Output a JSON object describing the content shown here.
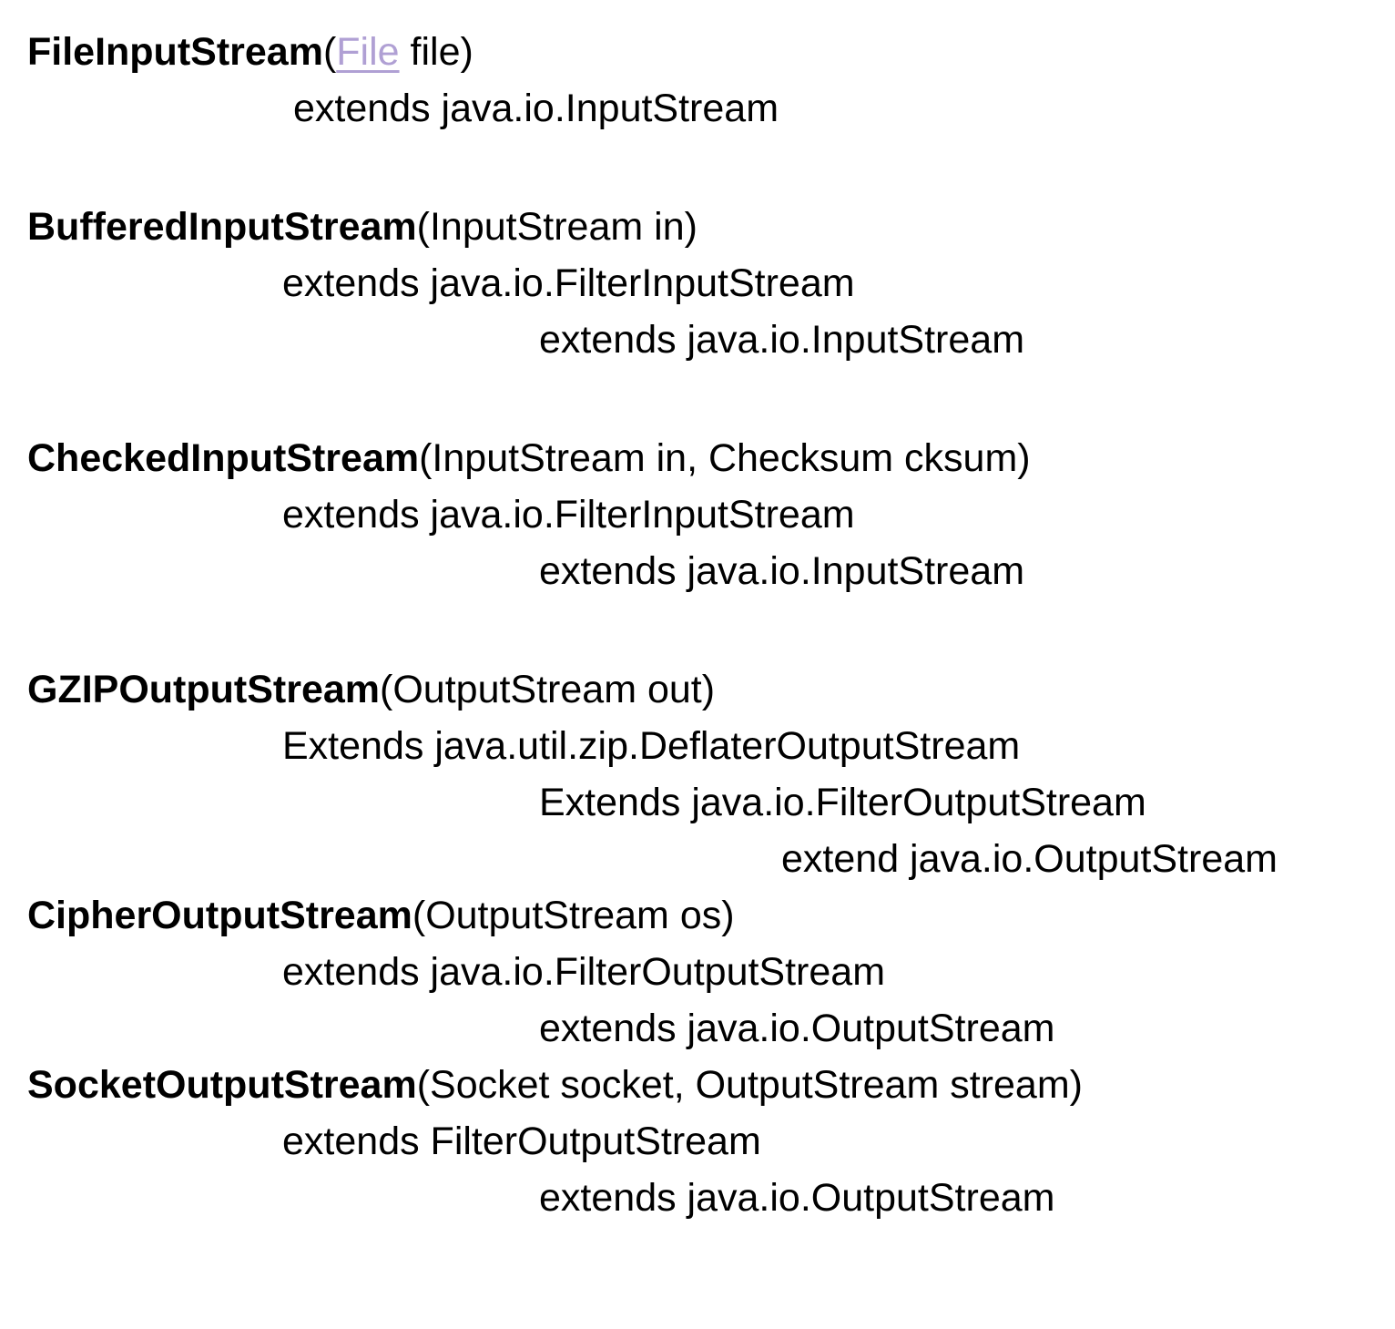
{
  "page": {
    "background_color": "#ffffff",
    "text_color": "#000000",
    "link_color": "#b0a0d4"
  },
  "blocks": [
    {
      "name": "FileInputStream",
      "params_open": "(",
      "link_text": "File",
      "params_rest": " file)",
      "lines": [
        {
          "text": "extends java.io.InputStream",
          "indent": 1
        }
      ]
    },
    {
      "name": "BufferedInputStream",
      "params": "(InputStream in)",
      "lines": [
        {
          "text": "extends java.io.FilterInputStream",
          "indent": 1
        },
        {
          "text": "extends java.io.InputStream",
          "indent": 2
        }
      ]
    },
    {
      "name": "CheckedInputStream",
      "params": "(InputStream in, Checksum cksum)",
      "lines": [
        {
          "text": "extends java.io.FilterInputStream",
          "indent": 1
        },
        {
          "text": "extends java.io.InputStream",
          "indent": 2
        }
      ]
    },
    {
      "name": "GZIPOutputStream",
      "params": "(OutputStream out)",
      "lines": [
        {
          "text": "Extends java.util.zip.DeflaterOutputStream",
          "indent": 1
        },
        {
          "text": "Extends java.io.FilterOutputStream",
          "indent": 2
        },
        {
          "text": "extend java.io.OutputStream",
          "indent": 3
        }
      ]
    },
    {
      "name": "CipherOutputStream",
      "params": "(OutputStream os)",
      "lines": [
        {
          "text": "extends java.io.FilterOutputStream",
          "indent": 1
        },
        {
          "text": "extends java.io.OutputStream",
          "indent": 2
        }
      ]
    },
    {
      "name": "SocketOutputStream",
      "params": "(Socket socket, OutputStream stream)",
      "lines": [
        {
          "text": "extends FilterOutputStream",
          "indent": 1
        },
        {
          "text": "extends java.io.OutputStream",
          "indent": 2
        }
      ]
    }
  ]
}
